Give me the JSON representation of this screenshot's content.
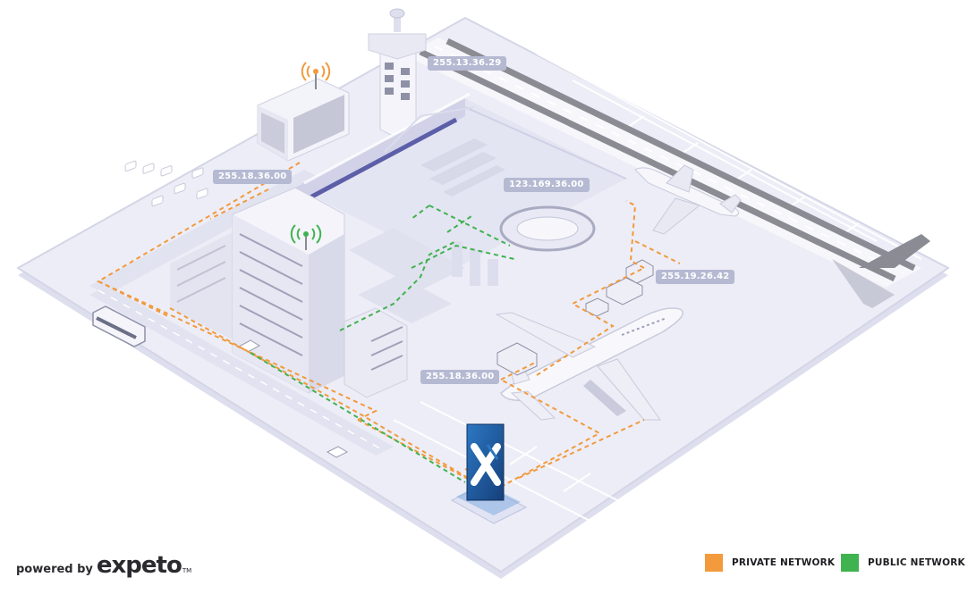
{
  "ip_labels": [
    "255.13.36.29",
    "255.18.36.00",
    "123.169.36.00",
    "255.19.26.42",
    "255.18.36.00"
  ],
  "brand": {
    "prefix": "powered by",
    "name": "expeto",
    "trademark": "TM"
  },
  "legend": {
    "private": {
      "label": "PRIVATE NETWORK",
      "color": "#f29a3c"
    },
    "public": {
      "label": "PUBLIC NETWORK",
      "color": "#3fb34f"
    }
  },
  "colors": {
    "platform": "#ececf6",
    "platform_edge": "#d6d7e8",
    "building": "#f3f3fa",
    "runway": "#8b8c93",
    "kiosk": "#1f5fa8",
    "signal_orange": "#f29a3c",
    "signal_green": "#3fb34f"
  },
  "icons": [
    "wifi-tower-orange-icon",
    "wifi-tower-green-icon",
    "expeto-kiosk-icon"
  ]
}
